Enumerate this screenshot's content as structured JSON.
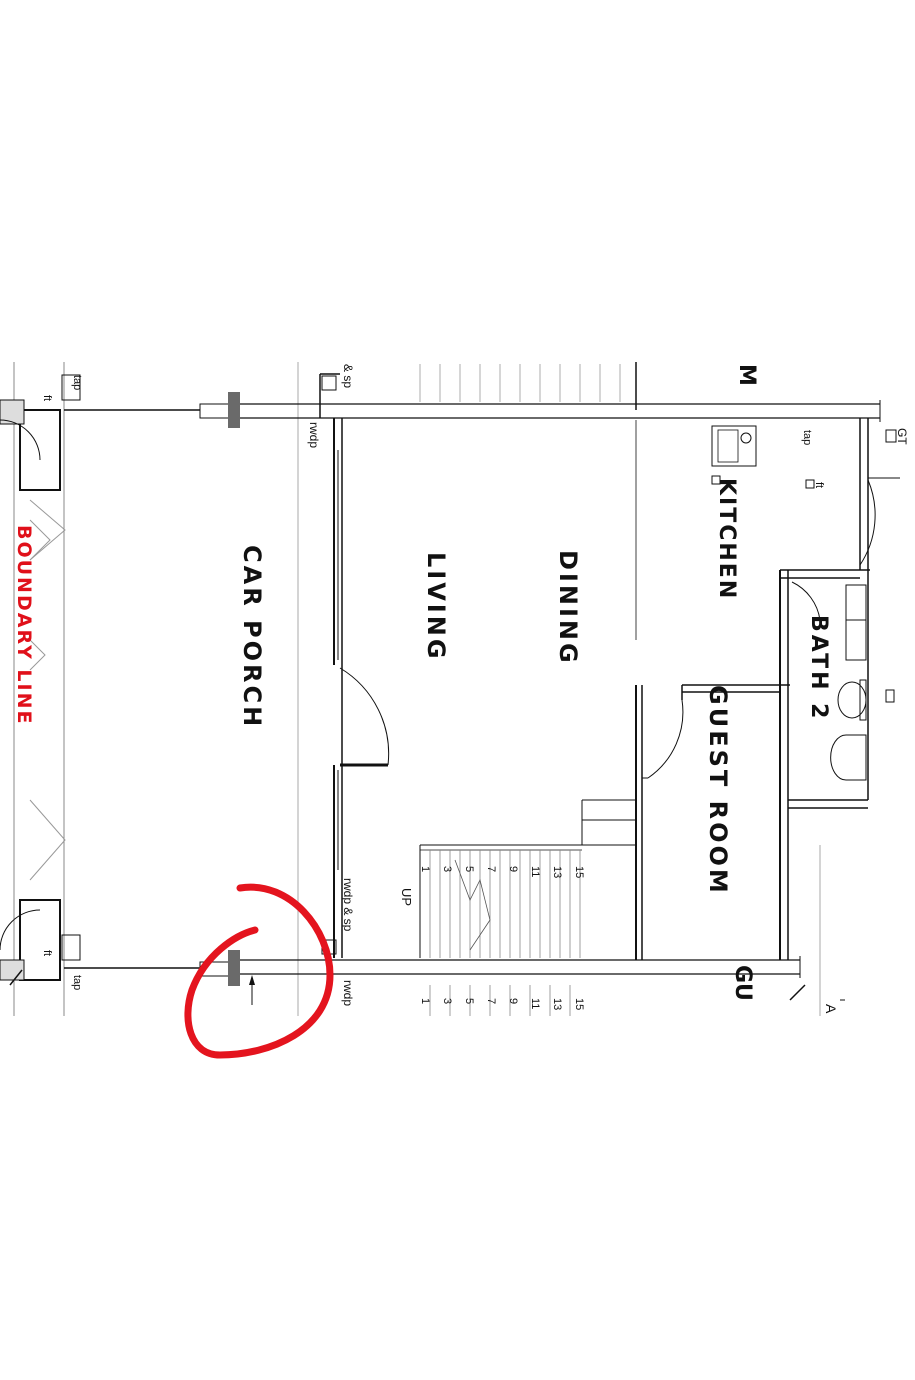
{
  "rooms": {
    "car_porch": "CAR PORCH",
    "living": "LIVING",
    "dining": "DINING",
    "kitchen": "KITCHEN",
    "bath2": "BATH 2",
    "guest_room": "GUEST ROOM",
    "guest_partial": "GU"
  },
  "boundary_line": "BOUNDARY LINE",
  "fixture_labels": {
    "rwdp_sp_top": "& sp",
    "rwdp_top": "rwdp",
    "rwdp_sp_bottom": "rwdp & sp",
    "rwdp_bottom": "rwdp",
    "tap_left_top": "tap",
    "tap_left_bottom": "tap",
    "ft_left_top": "ft",
    "ft_left_bottom": "ft",
    "tap_kitchen": "tap",
    "ft_kitchen": "ft",
    "gt": "GT",
    "partial_m": "M",
    "partial_a": "A"
  },
  "stair": {
    "up_label": "UP",
    "steps": [
      "1",
      "3",
      "5",
      "7",
      "9",
      "11",
      "13",
      "15"
    ],
    "steps_next": [
      "1",
      "3",
      "5",
      "7",
      "9",
      "11",
      "13",
      "15"
    ]
  },
  "colors": {
    "boundary": "#e0101a",
    "annotation": "#e4141e",
    "walls": "#111111",
    "column": "#6a6a6a"
  }
}
